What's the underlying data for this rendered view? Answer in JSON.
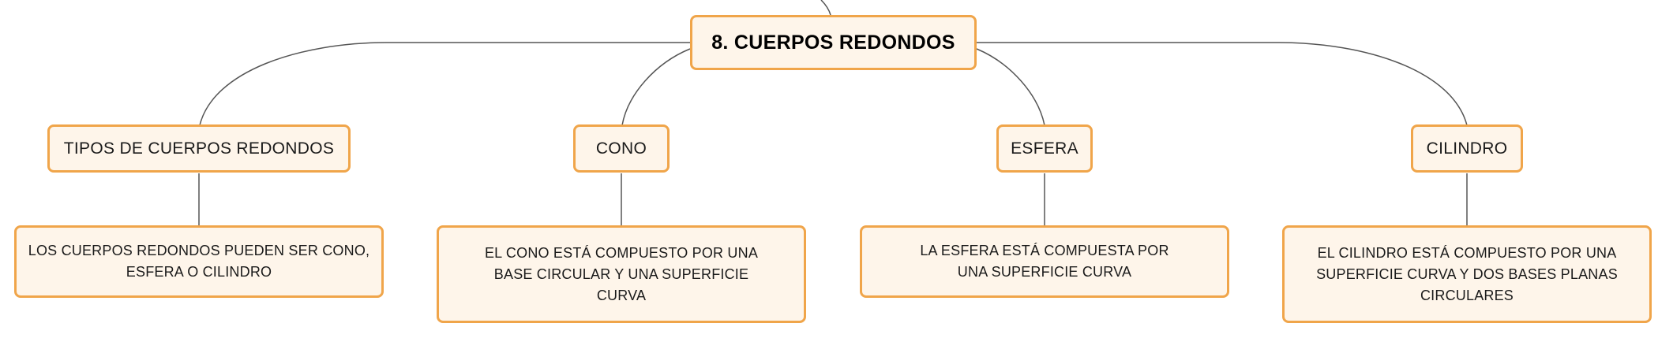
{
  "central": {
    "label": "8. CUERPOS REDONDOS"
  },
  "branches": [
    {
      "topic": "TIPOS DE CUERPOS REDONDOS",
      "description": "LOS CUERPOS REDONDOS PUEDEN SER CONO, ESFERA O CILINDRO"
    },
    {
      "topic": "CONO",
      "description": "EL CONO ESTÁ COMPUESTO POR UNA BASE CIRCULAR Y UNA SUPERFICIE CURVA"
    },
    {
      "topic": "ESFERA",
      "description": "LA ESFERA ESTÁ COMPUESTA POR UNA SUPERFICIE CURVA"
    },
    {
      "topic": "CILINDRO",
      "description": "EL CILINDRO ESTÁ COMPUESTO POR UNA SUPERFICIE CURVA Y DOS BASES PLANAS CIRCULARES"
    }
  ],
  "colors": {
    "node_border": "#f0a54a",
    "node_fill": "#fef5ea",
    "connector": "#555555"
  }
}
